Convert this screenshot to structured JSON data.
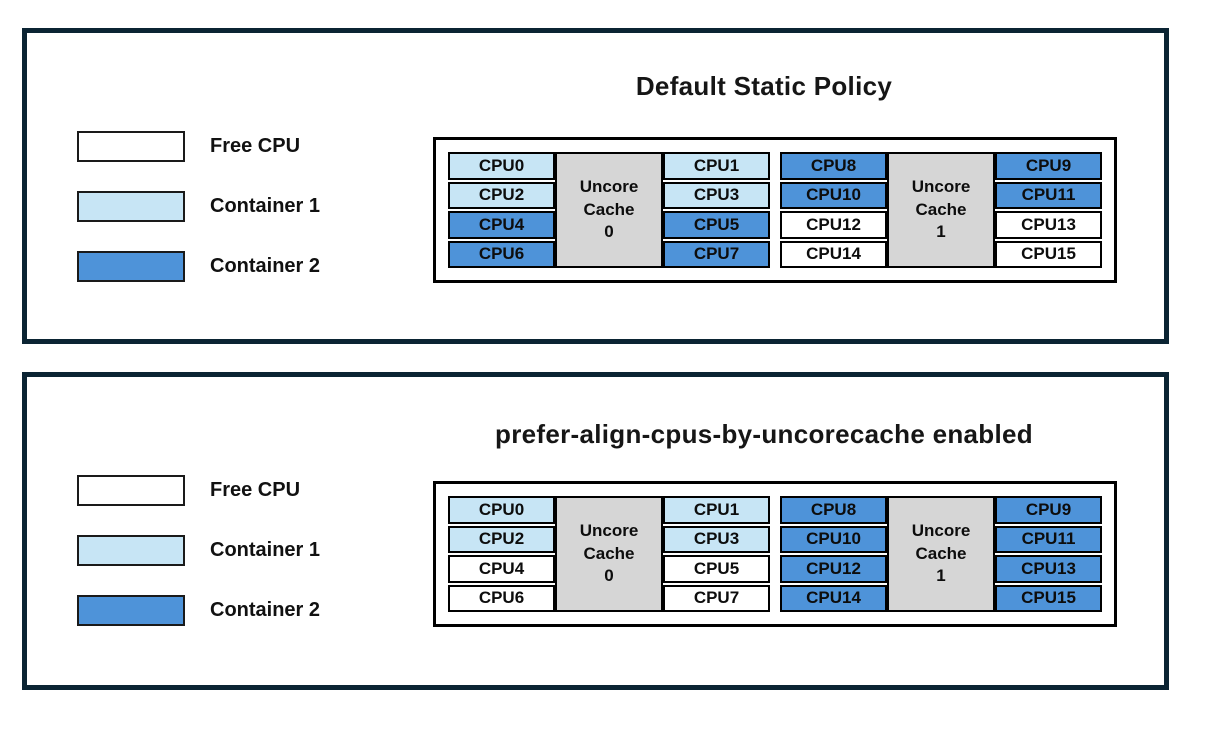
{
  "colors": {
    "free_cpu": "#ffffff",
    "container1": "#c7e5f5",
    "container2": "#4e93d9",
    "uncore_cache": "#d6d6d6",
    "panel_border": "#0b2433"
  },
  "legend": {
    "items": [
      {
        "label": "Free CPU",
        "color": "free_cpu"
      },
      {
        "label": "Container 1",
        "color": "container1"
      },
      {
        "label": "Container 2",
        "color": "container2"
      }
    ]
  },
  "panels": [
    {
      "title": "Default Static Policy",
      "clusters": [
        {
          "uncore_lines": [
            "Uncore",
            "Cache",
            "0"
          ],
          "left_cpus": [
            {
              "label": "CPU0",
              "owner": "container1"
            },
            {
              "label": "CPU2",
              "owner": "container1"
            },
            {
              "label": "CPU4",
              "owner": "container2"
            },
            {
              "label": "CPU6",
              "owner": "container2"
            }
          ],
          "right_cpus": [
            {
              "label": "CPU1",
              "owner": "container1"
            },
            {
              "label": "CPU3",
              "owner": "container1"
            },
            {
              "label": "CPU5",
              "owner": "container2"
            },
            {
              "label": "CPU7",
              "owner": "container2"
            }
          ]
        },
        {
          "uncore_lines": [
            "Uncore",
            "Cache",
            "1"
          ],
          "left_cpus": [
            {
              "label": "CPU8",
              "owner": "container2"
            },
            {
              "label": "CPU10",
              "owner": "container2"
            },
            {
              "label": "CPU12",
              "owner": "free_cpu"
            },
            {
              "label": "CPU14",
              "owner": "free_cpu"
            }
          ],
          "right_cpus": [
            {
              "label": "CPU9",
              "owner": "container2"
            },
            {
              "label": "CPU11",
              "owner": "container2"
            },
            {
              "label": "CPU13",
              "owner": "free_cpu"
            },
            {
              "label": "CPU15",
              "owner": "free_cpu"
            }
          ]
        }
      ]
    },
    {
      "title": "prefer-align-cpus-by-uncorecache enabled",
      "clusters": [
        {
          "uncore_lines": [
            "Uncore",
            "Cache",
            "0"
          ],
          "left_cpus": [
            {
              "label": "CPU0",
              "owner": "container1"
            },
            {
              "label": "CPU2",
              "owner": "container1"
            },
            {
              "label": "CPU4",
              "owner": "free_cpu"
            },
            {
              "label": "CPU6",
              "owner": "free_cpu"
            }
          ],
          "right_cpus": [
            {
              "label": "CPU1",
              "owner": "container1"
            },
            {
              "label": "CPU3",
              "owner": "container1"
            },
            {
              "label": "CPU5",
              "owner": "free_cpu"
            },
            {
              "label": "CPU7",
              "owner": "free_cpu"
            }
          ]
        },
        {
          "uncore_lines": [
            "Uncore",
            "Cache",
            "1"
          ],
          "left_cpus": [
            {
              "label": "CPU8",
              "owner": "container2"
            },
            {
              "label": "CPU10",
              "owner": "container2"
            },
            {
              "label": "CPU12",
              "owner": "container2"
            },
            {
              "label": "CPU14",
              "owner": "container2"
            }
          ],
          "right_cpus": [
            {
              "label": "CPU9",
              "owner": "container2"
            },
            {
              "label": "CPU11",
              "owner": "container2"
            },
            {
              "label": "CPU13",
              "owner": "container2"
            },
            {
              "label": "CPU15",
              "owner": "container2"
            }
          ]
        }
      ]
    }
  ]
}
